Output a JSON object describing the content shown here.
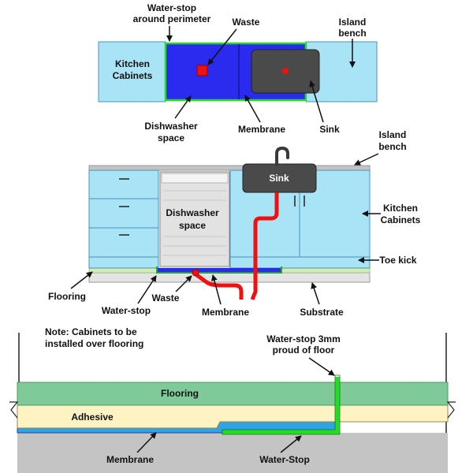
{
  "top_view": {
    "waterstop_label_1": "Water-stop",
    "waterstop_label_2": "around perimeter",
    "waste": "Waste",
    "island_1": "Island",
    "island_2": "bench",
    "kitchen_1": "Kitchen",
    "kitchen_2": "Cabinets",
    "dishwasher_1": "Dishwasher",
    "dishwasher_2": "space",
    "membrane": "Membrane",
    "sink": "Sink"
  },
  "front_view": {
    "island_1": "Island",
    "island_2": "bench",
    "sink": "Sink",
    "dishwasher_1": "Dishwasher",
    "dishwasher_2": "space",
    "kitchen_1": "Kitchen",
    "kitchen_2": "Cabinets",
    "toe_kick": "Toe kick",
    "flooring": "Flooring",
    "waterstop": "Water-stop",
    "waste": "Waste",
    "membrane": "Membrane",
    "substrate": "Substrate"
  },
  "detail_view": {
    "note_1": "Note: Cabinets to be",
    "note_2": "installed over flooring",
    "waterstop_1": "Water-stop 3mm",
    "waterstop_2": "proud of floor",
    "flooring": "Flooring",
    "adhesive": "Adhesive",
    "membrane": "Membrane",
    "waterstop_bottom": "Water-Stop"
  },
  "colors": {
    "cabinet": "#a8e4f6",
    "membrane_blue": "#2b2bf0",
    "waterstop_green": "#22dd22",
    "waste_red": "#ee1111",
    "sink_dark": "#4a4a4a",
    "flooring": "#7fca98",
    "adhesive": "#fff3c4",
    "substrate": "#c4c4c4"
  }
}
